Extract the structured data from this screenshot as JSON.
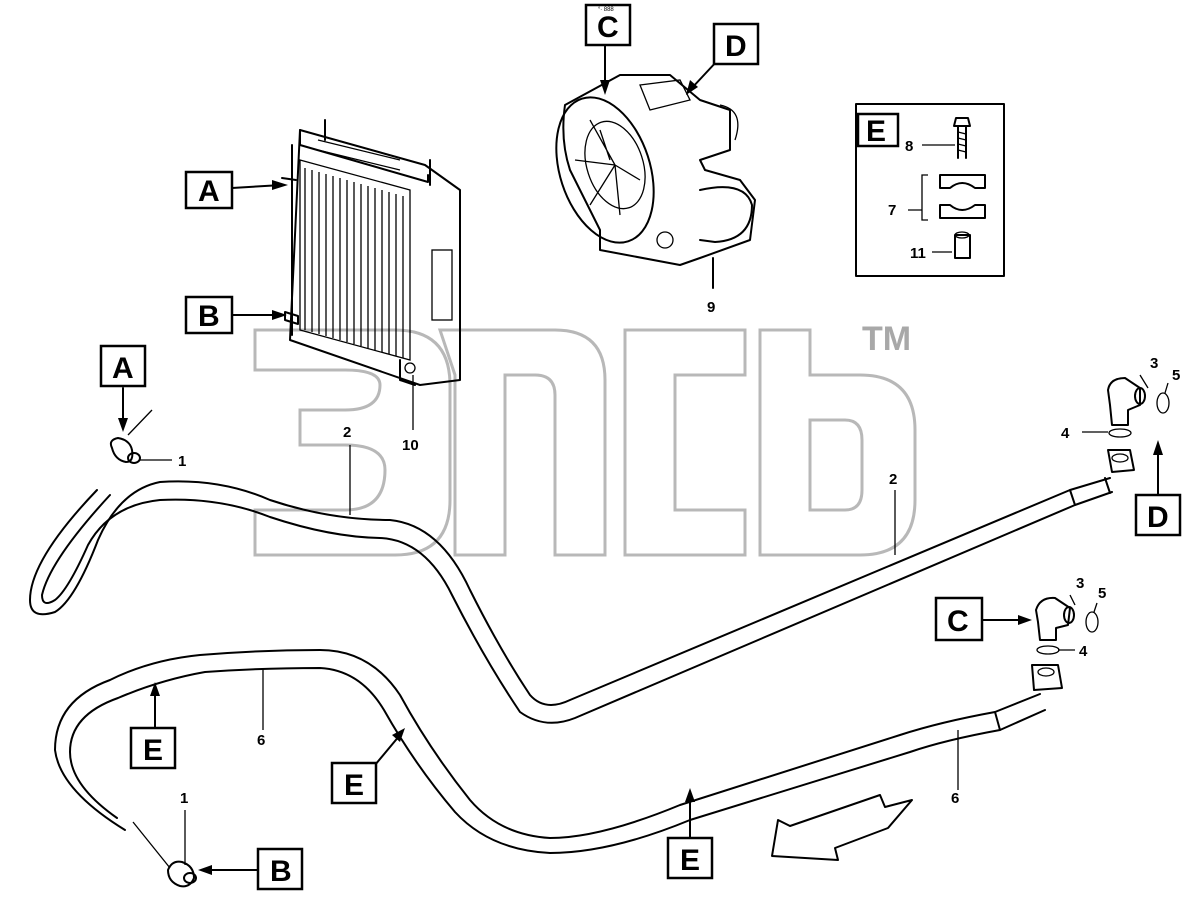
{
  "callouts": {
    "A": "A",
    "B": "B",
    "C": "C",
    "D": "D",
    "E": "E"
  },
  "part_numbers": {
    "p1": "1",
    "p2": "2",
    "p3": "3",
    "p4": "4",
    "p5": "5",
    "p6": "6",
    "p7": "7",
    "p8": "8",
    "p9": "9",
    "p10": "10",
    "p11": "11"
  },
  "watermark": {
    "trademark": "TM"
  },
  "source_tag": "°∙ 888"
}
